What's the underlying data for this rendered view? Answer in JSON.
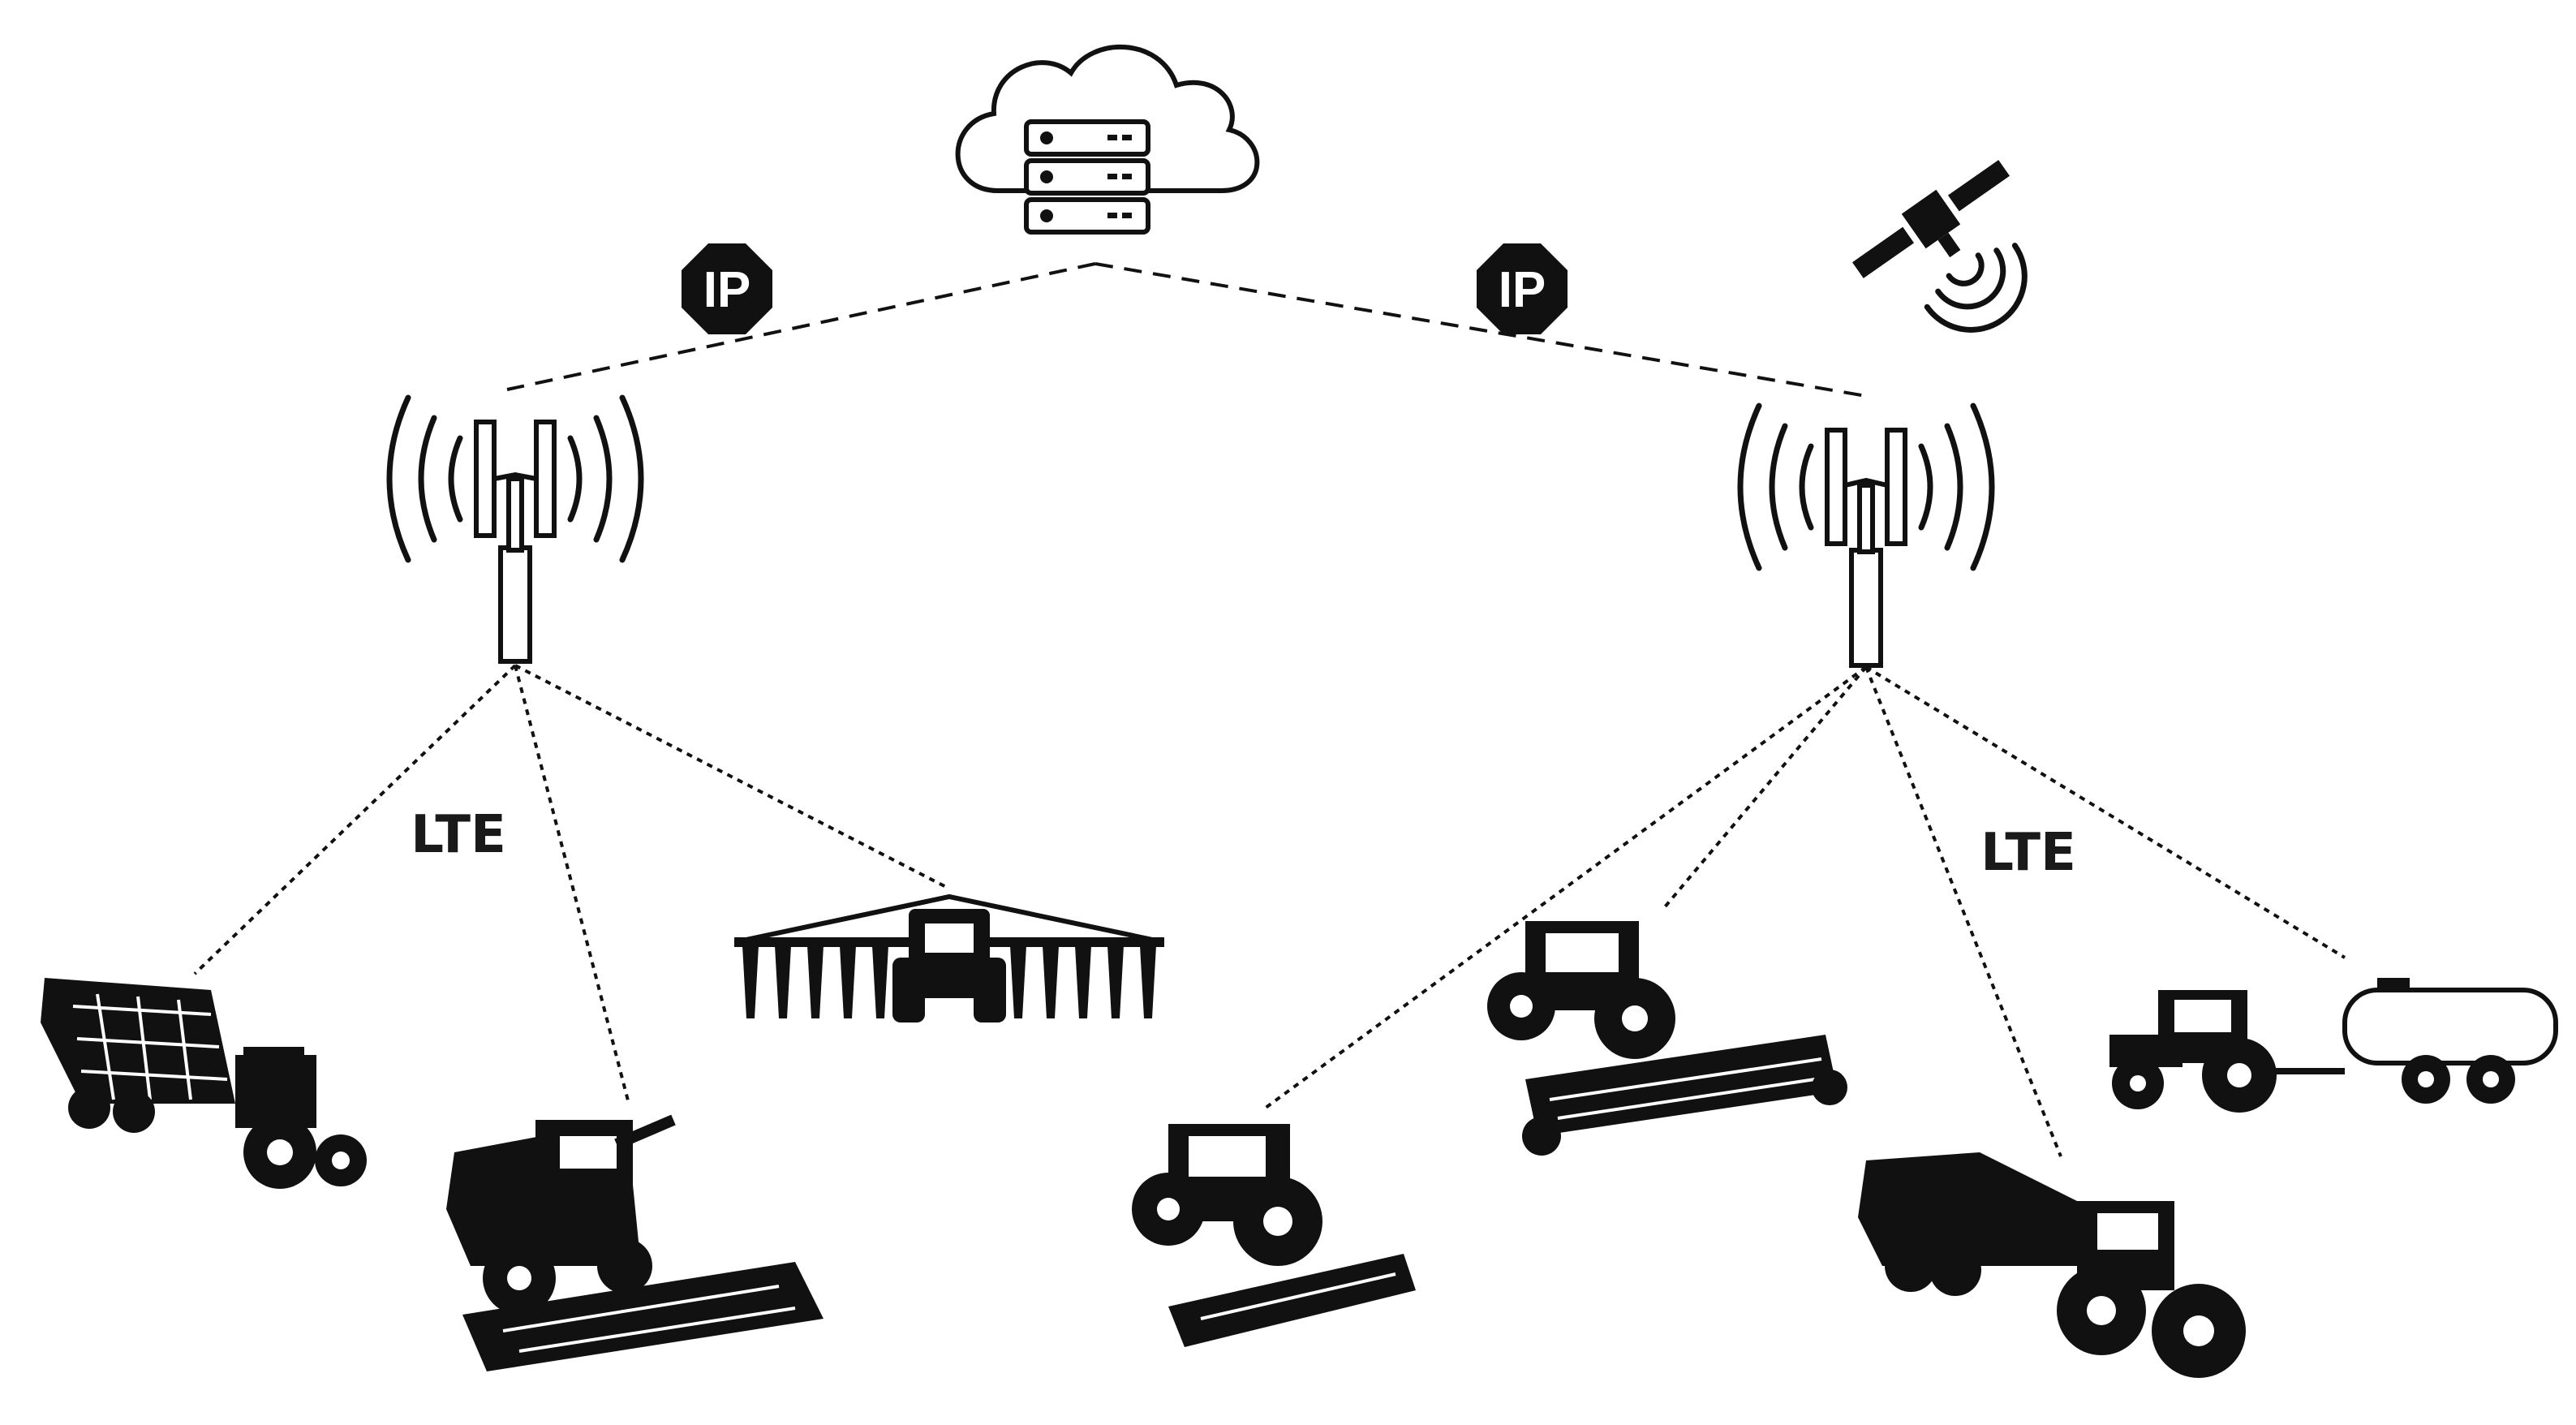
{
  "labels": {
    "ip_left": "IP",
    "ip_right": "IP",
    "lte_left": "LTE",
    "lte_right": "LTE"
  },
  "nodes": {
    "server": "cloud-server-icon",
    "satellite": "satellite-icon",
    "towers": [
      "cell-tower-icon",
      "cell-tower-icon"
    ],
    "machines_left": [
      "forage-wagon-tractor-icon",
      "combine-harvester-icon",
      "sprayer-tractor-icon"
    ],
    "machines_right": [
      "tractor-cultivator-icon",
      "tractor-seeder-icon",
      "baler-tractor-icon",
      "tanker-tractor-icon"
    ]
  },
  "colors": {
    "ink": "#111111",
    "background": "#ffffff"
  }
}
